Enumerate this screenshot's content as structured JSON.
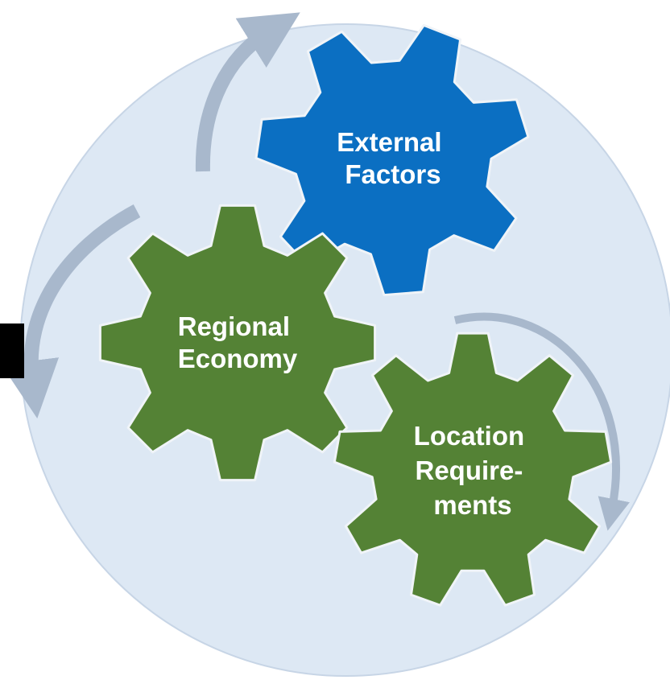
{
  "colors": {
    "background_circle": "#dde8f4",
    "background_circle_border": "#c7d5e6",
    "arrow": "#a8b8cc",
    "gear_blue": "#0b6fc2",
    "gear_green": "#548235",
    "gear_border": "#f0f4f8",
    "label_text": "#ffffff"
  },
  "gears": [
    {
      "id": "external-factors",
      "color": "blue",
      "label_lines": [
        "External",
        "Factors"
      ]
    },
    {
      "id": "regional-economy",
      "color": "green",
      "label_lines": [
        "Regional",
        "Economy"
      ]
    },
    {
      "id": "location-requirements",
      "color": "green",
      "label_lines": [
        "Location",
        "Require-",
        "ments"
      ]
    }
  ],
  "arrows": [
    {
      "id": "top-arrow",
      "direction": "clockwise"
    },
    {
      "id": "left-arrow",
      "direction": "counterclockwise"
    },
    {
      "id": "right-arrow",
      "direction": "clockwise"
    }
  ]
}
